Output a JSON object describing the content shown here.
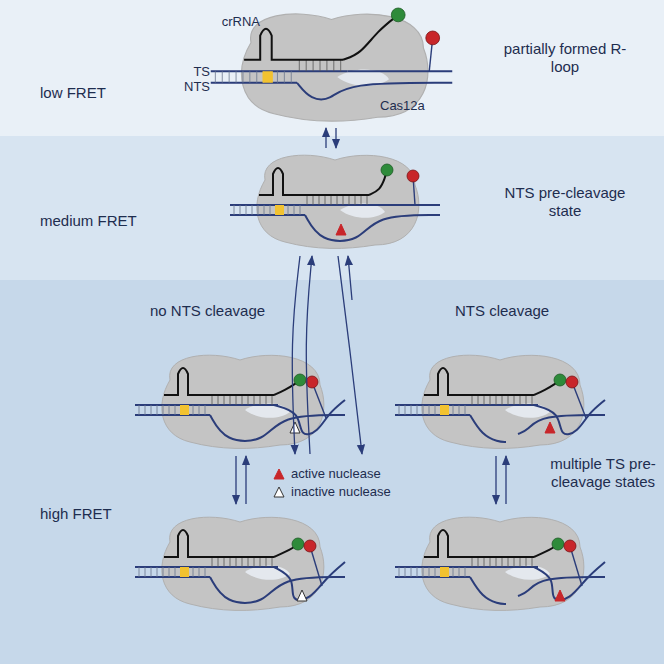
{
  "diagram": {
    "nodes": [
      {
        "text": [
          "low FRET",
          "partially formed R-loop"
        ]
      },
      {
        "text": [
          "medium FRET",
          "NTS pre-cleavage state"
        ]
      },
      {
        "text": [
          "no NTS cleavage",
          "NTS cleavage",
          "high FRET",
          "multiple TS pre-cleavage states"
        ]
      }
    ],
    "labels": [
      "crRNA",
      "TS",
      "NTS",
      "Cas12a"
    ],
    "legend": [
      {
        "text": "active nuclease"
      },
      {
        "text": "inactive nuclease"
      }
    ]
  }
}
